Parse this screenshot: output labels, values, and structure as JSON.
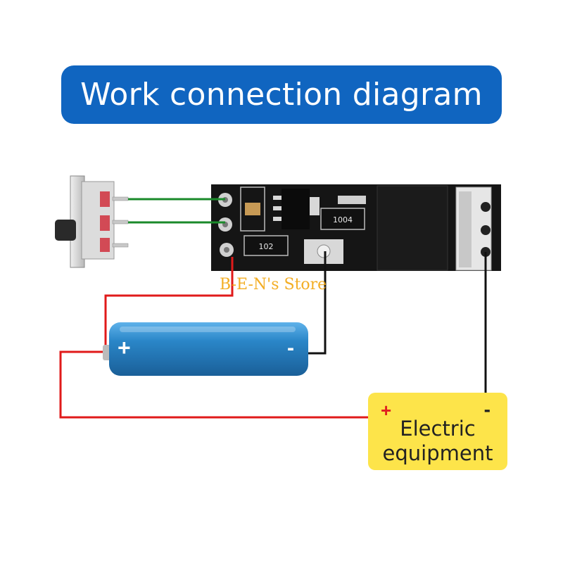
{
  "title": "Work connection diagram",
  "watermark": "B-E-N's Store",
  "module": {
    "resistor_marking": "102",
    "chip_marking": "1004"
  },
  "battery": {
    "positive": "+",
    "negative": "-"
  },
  "equipment": {
    "line1": "Electric",
    "line2": "equipment",
    "positive": "+",
    "negative": "-"
  },
  "colors": {
    "banner": "#1065c0",
    "battery": "#2a86c8",
    "equipment_box": "#fde44a",
    "wire_red": "#e01a1a",
    "wire_green": "#1a8a2a",
    "wire_black": "#111111",
    "board": "#151515"
  }
}
